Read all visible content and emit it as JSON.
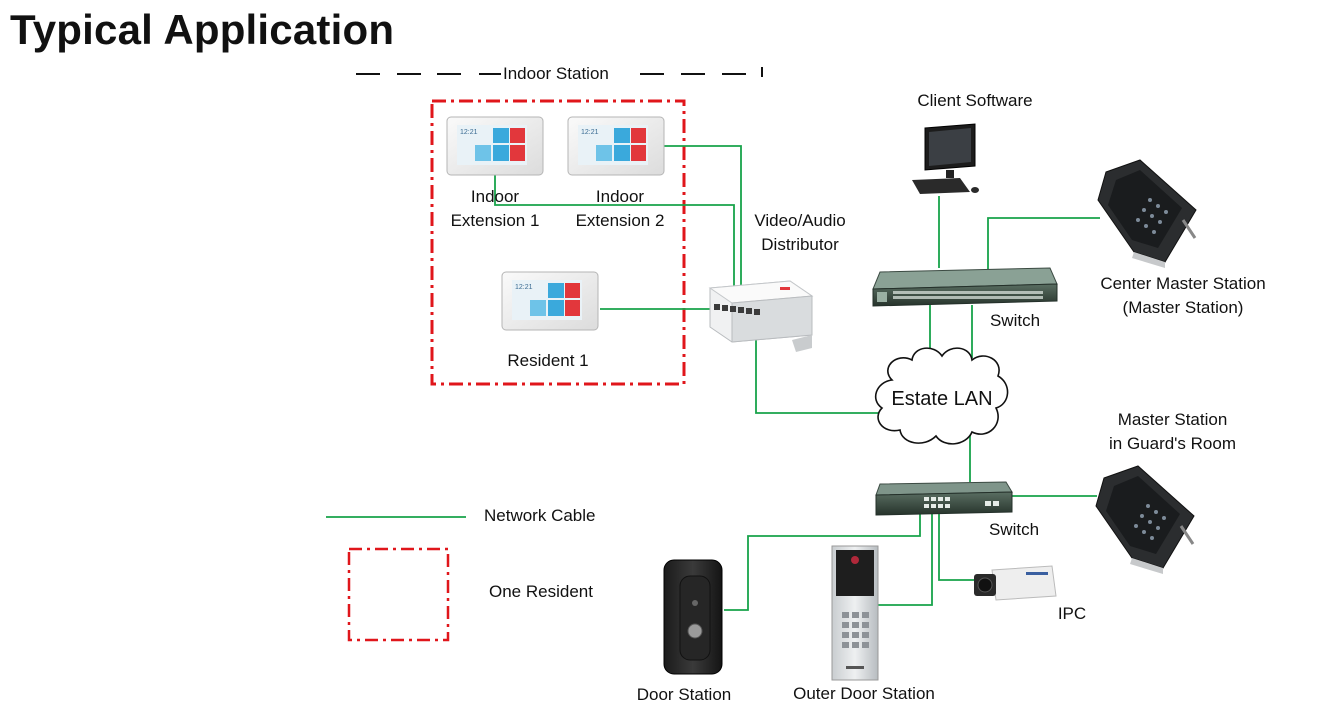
{
  "title": "Typical Application",
  "group_label": "Indoor Station",
  "labels": {
    "client_software": "Client Software",
    "indoor_ext1": [
      "Indoor",
      "Extension 1"
    ],
    "indoor_ext2": [
      "Indoor",
      "Extension 2"
    ],
    "distributor": [
      "Video/Audio",
      "Distributor"
    ],
    "center_master": [
      "Center Master Station",
      "(Master Station)"
    ],
    "switch_top": "Switch",
    "resident1": "Resident 1",
    "estate_lan": "Estate LAN",
    "guard_master": [
      "Master Station",
      "in Guard's Room"
    ],
    "switch_bottom": "Switch",
    "ipc": "IPC",
    "door_station": "Door Station",
    "outer_door_station": "Outer Door Station"
  },
  "legend": {
    "network_cable": "Network Cable",
    "one_resident": "One Resident"
  },
  "screen_time": "12:21",
  "colors": {
    "cable": "#17a34a",
    "resident_border": "#e0161b",
    "tile_blue": "#3aa9dc",
    "tile_red": "#e2373c"
  }
}
